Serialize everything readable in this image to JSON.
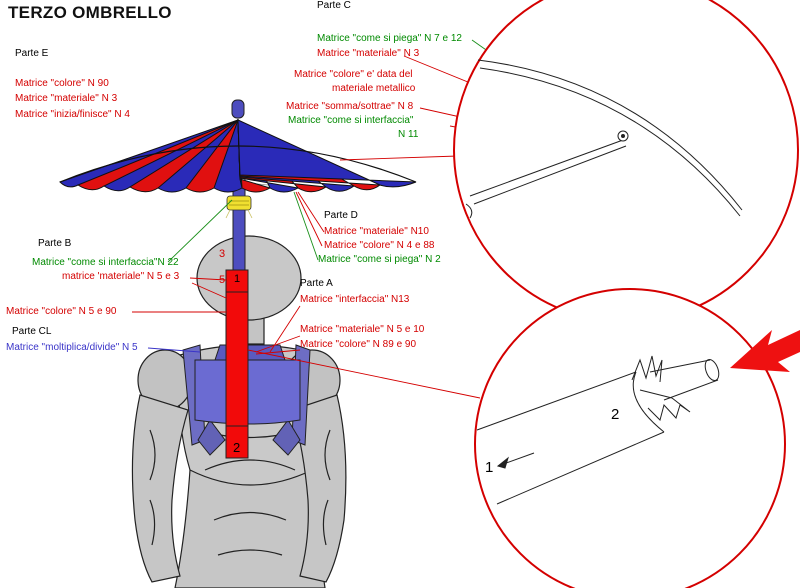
{
  "title": "TERZO OMBRELLO",
  "parts": {
    "e": {
      "header": "Parte E",
      "lines": [
        "Matrice \"colore\" N  90",
        "Matrice \"materiale\" N  3",
        "Matrice \"inizia/finisce\" N 4"
      ]
    },
    "c": {
      "header": "Parte C",
      "lines": [
        "Matrice \"come si piega\" N 7 e 12",
        "Matrice \"materiale\" N 3",
        "Matrice \"colore\" e' data del",
        "materiale metallico",
        "Matrice \"somma/sottrae\" N 8",
        "Matrice \"come si interfaccia\"",
        "N 11"
      ]
    },
    "d": {
      "header": "Parte D",
      "lines": [
        "Matrice \"materiale\" N10",
        "Matrice \"colore\" N 4  e  88",
        "Matrice \"come si piega\" N  2"
      ]
    },
    "b": {
      "header": "Parte B",
      "lines": [
        "Matrice \"come si interfaccia\"N 22",
        "matrice 'materiale\" N 5 e 3"
      ]
    },
    "a": {
      "header": "Parte A",
      "lines": [
        "Matrice \"interfaccia\" N13",
        "Matrice \"materiale\" N  5 e 10",
        "Matrice \"colore\" N 89 e 90"
      ]
    },
    "cl": {
      "header": "Parte CL",
      "lines": [
        "Matrice \"moltiplica/divide\" N 5"
      ]
    },
    "colore_pole": "Matrice \"colore\"  N 5 e 90"
  },
  "markers": {
    "m3": "3",
    "m5": "5",
    "m1": "1",
    "m2": "2"
  },
  "detail": {
    "n1": "1",
    "n2": "2"
  },
  "colors": {
    "red": "#d40000",
    "green": "#008a00",
    "blue": "#3a34c8",
    "canopy_red": "#e01010",
    "canopy_blue": "#2a2ab8",
    "gray": "#c8c8c8"
  }
}
